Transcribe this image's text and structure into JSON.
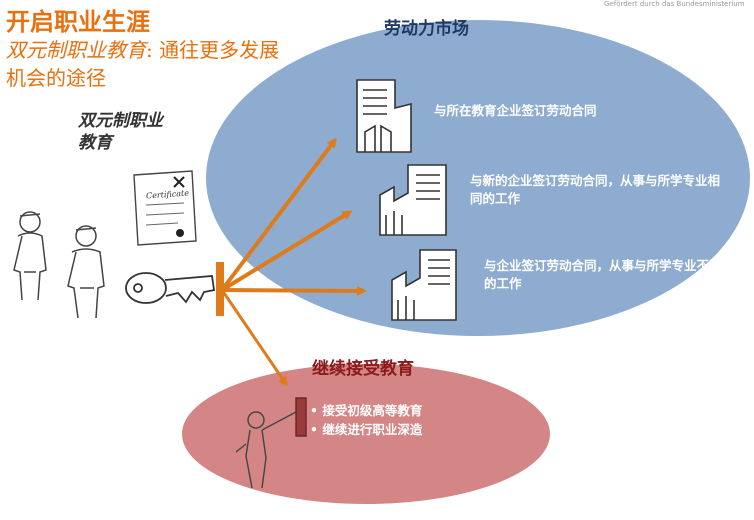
{
  "header": {
    "title": "开启职业生涯",
    "subtitle_italic": "双元制职业教育",
    "subtitle_rest": ": 通往更多发展机会的途径",
    "corner_text": "Gefördert durch das Bundesministerium"
  },
  "left": {
    "label": "双元制职业教育",
    "certificate_text": "Certificate",
    "icons": [
      "two-people-icon",
      "certificate-icon",
      "key-icon"
    ]
  },
  "labor_market": {
    "title": "劳动力市场",
    "options": [
      {
        "icon": "company-building-icon",
        "text": "与所在教育企业签订劳动合同"
      },
      {
        "icon": "company-building-icon",
        "text": "与新的企业签订劳动合同，从事与所学专业相同的工作"
      },
      {
        "icon": "company-building-icon",
        "text": "与企业签订劳动合同，从事与所学专业不同的工作"
      }
    ]
  },
  "further_education": {
    "title": "继续接受教育",
    "icon": "teacher-at-board-icon",
    "items": [
      "接受初级高等教育",
      "继续进行职业深造"
    ]
  },
  "colors": {
    "accent_orange": "#e8700f",
    "market_ellipse": "#8eacd0",
    "education_ellipse": "#d48585",
    "market_title": "#1f3864",
    "education_title": "#8b1a1a",
    "arrow": "#e07b1c"
  }
}
